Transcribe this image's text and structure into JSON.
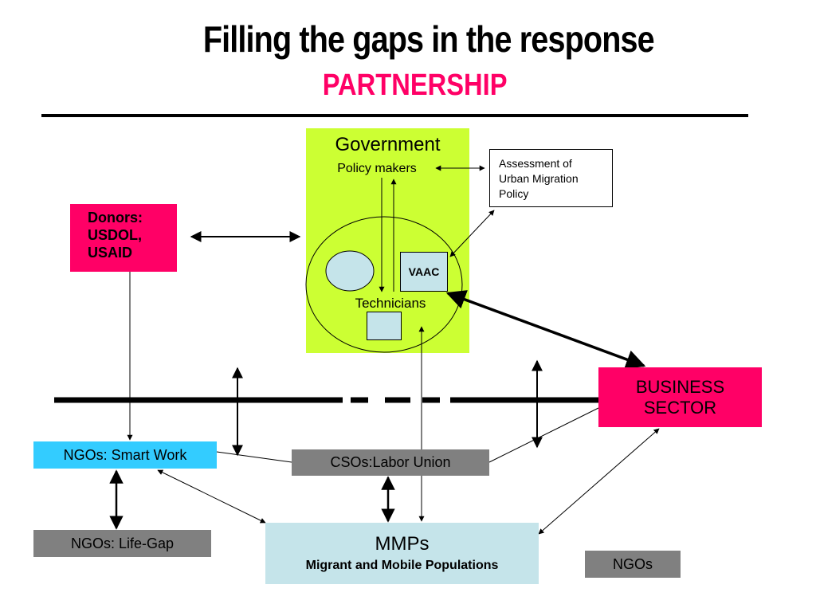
{
  "title": "Filling the gaps in the response",
  "subtitle": "PARTNERSHIP",
  "nodes": {
    "government": {
      "label": "Government"
    },
    "policy_makers": {
      "label": "Policy makers"
    },
    "vaac": {
      "label": "VAAC"
    },
    "technicians": {
      "label": "Technicians"
    },
    "assessment": {
      "label": "Assessment of Urban Migration Policy",
      "lines": [
        "Assessment of",
        "Urban Migration",
        "Policy"
      ]
    },
    "donors": {
      "label": "Donors: USDOL, USAID",
      "lines": [
        "Donors:",
        "USDOL,",
        "USAID"
      ]
    },
    "business": {
      "label": "BUSINESS SECTOR",
      "lines": [
        "BUSINESS",
        "SECTOR"
      ]
    },
    "ngos_smart_work": {
      "label": "NGOs: Smart Work"
    },
    "csos": {
      "label": "CSOs:Labor Union"
    },
    "ngos_life_gap": {
      "label": "NGOs: Life-Gap"
    },
    "mmps": {
      "label": "MMPs",
      "sublabel": "Migrant and Mobile Populations"
    },
    "ngos": {
      "label": "NGOs"
    }
  },
  "colors": {
    "title": "#000000",
    "subtitle": "#ff0066",
    "government_fill": "#ccff33",
    "pink_fill": "#ff0066",
    "light_blue_fill": "#c5e4ea",
    "cyan_fill": "#33ccff",
    "gray_fill": "#808080"
  }
}
